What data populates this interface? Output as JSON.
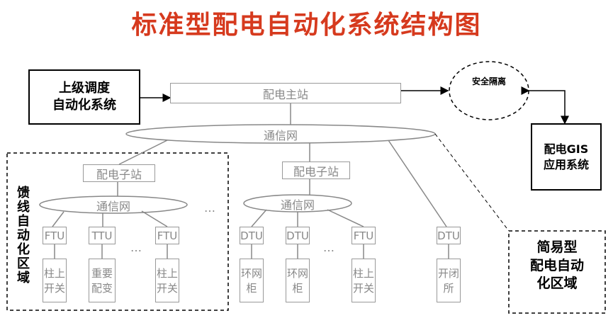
{
  "title": "标准型配电自动化系统结构图",
  "upper_dispatch": "上级调度\n自动化系统",
  "master_station": "配电主站",
  "security_isolation": "安全隔离",
  "gis_system": "配电GIS\n应用系统",
  "comm_network": "通信网",
  "substation": "配电子站",
  "feeder_region_label": "馈线自动化区域",
  "simple_region_label": "简易型\n配电自动\n化区域",
  "ellipsis": "…",
  "left_terminals": [
    {
      "unit": "FTU",
      "device": "柱上\n开关"
    },
    {
      "unit": "TTU",
      "device": "重要\n配变"
    },
    {
      "unit": "FTU",
      "device": "柱上\n开关"
    }
  ],
  "middle_terminals": [
    {
      "unit": "DTU",
      "device": "环网\n柜"
    },
    {
      "unit": "DTU",
      "device": "环网\n柜"
    },
    {
      "unit": "FTU",
      "device": "柱上\n开关"
    }
  ],
  "right_terminal": {
    "unit": "DTU",
    "device": "开闭\n所"
  }
}
